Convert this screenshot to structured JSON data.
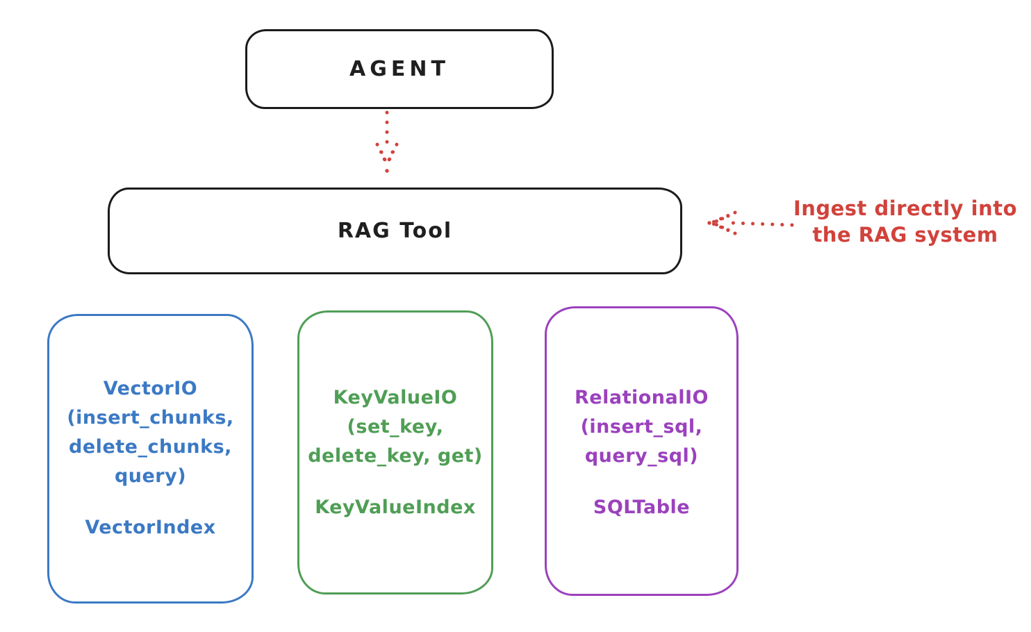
{
  "canvas": {
    "background": "#ffffff",
    "stroke_black": "#1b1b1b"
  },
  "nodes": {
    "agent": {
      "label": "AGENT",
      "stroke": "#1b1b1b"
    },
    "rag_tool": {
      "label": "RAG Tool",
      "stroke": "#1b1b1b"
    }
  },
  "annotation": {
    "lines": [
      "Ingest directly into",
      "the RAG system"
    ],
    "color": "#d1423b"
  },
  "arrows": {
    "agent_to_rag_tool": {
      "style": "dotted",
      "color": "#d1423b",
      "direction": "down"
    },
    "annotation_to_rag_tool": {
      "style": "dotted",
      "color": "#d1423b",
      "direction": "left"
    }
  },
  "backends": [
    {
      "id": "vector-io",
      "color": "#3b79c4",
      "lines": [
        "VectorIO",
        "(insert_chunks,",
        "delete_chunks,",
        "query)"
      ],
      "footer": "VectorIndex"
    },
    {
      "id": "keyvalue-io",
      "color": "#4f9e55",
      "lines": [
        "KeyValueIO",
        "(set_key,",
        "delete_key, get)"
      ],
      "footer": "KeyValueIndex"
    },
    {
      "id": "relational-io",
      "color": "#9b41bd",
      "lines": [
        "RelationalIO",
        "(insert_sql,",
        "query_sql)"
      ],
      "footer": "SQLTable"
    }
  ]
}
